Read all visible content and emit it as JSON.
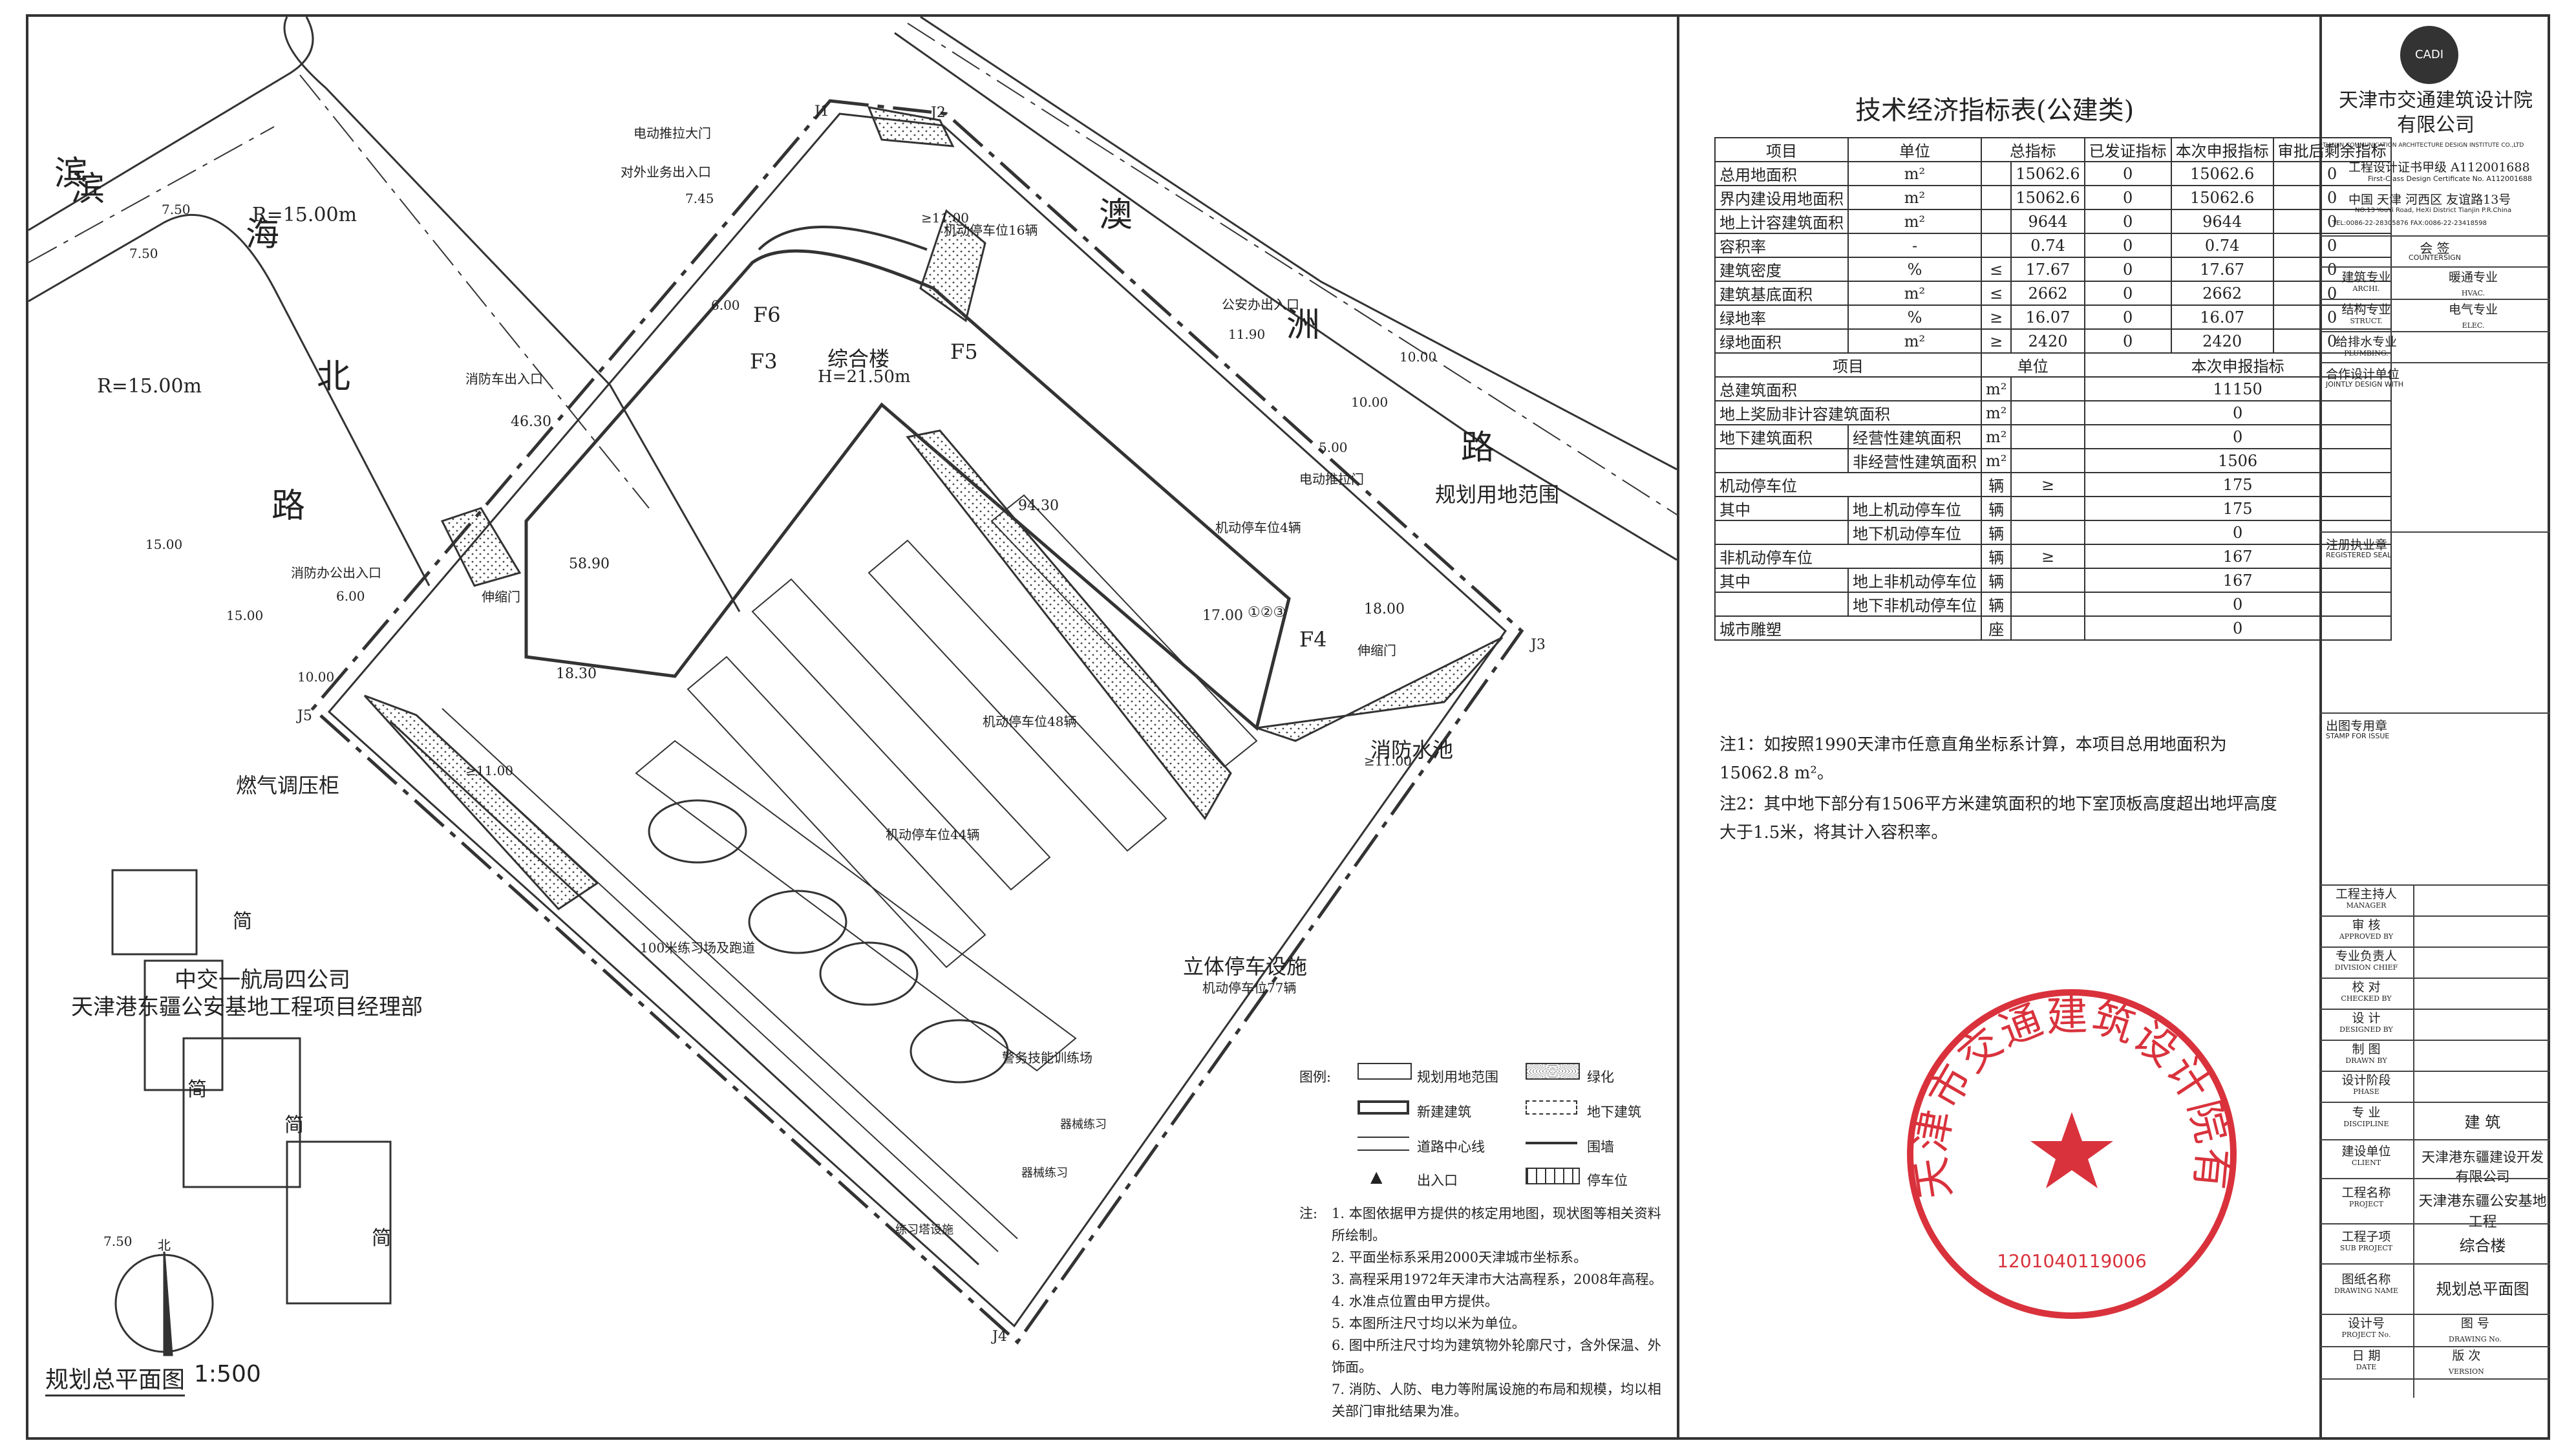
{
  "plan": {
    "road_top_left": [
      "滨",
      "海",
      "北",
      "路"
    ],
    "road_left": [
      "澳",
      "洲",
      "路"
    ],
    "radius_1": "R=15.00m",
    "radius_2": "R=15.00m",
    "dims": {
      "d1": "7.50",
      "d2": "7.50",
      "d3": "15.00",
      "d4": "15.00",
      "d5": "10.00",
      "d6": "10.00",
      "d7": "10.00",
      "d8": "11.90",
      "d9": "5.00",
      "d10": "46.30",
      "d11": "58.90",
      "d12": "94.30",
      "d13": "18.30",
      "d14": "17.00",
      "d15": "18.00",
      "d16": "7.45",
      "d17": "≥11.00",
      "d18": "≥11.00",
      "d19": "≥11.00",
      "d20": "6.00",
      "d21": "6.00"
    },
    "labels": {
      "gate_electric": "电动推拉大门",
      "gate_electric_2": "电动推拉门",
      "office_entry": "对外业务出入口",
      "fire_entry_1": "消防车出入口",
      "fire_office_entry": "消防办公出入口",
      "police_entry": "公安办出入口",
      "building_name": "综合楼",
      "building_height": "H=21.50m",
      "f3": "F3",
      "f4": "F4",
      "f5": "F5",
      "f6": "F6",
      "j1": "J1",
      "j2": "J2",
      "j3": "J3",
      "j4": "J4",
      "j5": "J5",
      "parking_16": "机动停车位16辆",
      "parking_4": "机动停车位4辆",
      "parking_48": "机动停车位48辆",
      "parking_44": "机动停车位44辆",
      "parking_3d": "立体停车设施",
      "parking_3d_sub": "机动停车位77辆",
      "boundary": "规划用地范围",
      "fire_pool": "消防水池",
      "gas": "燃气调压柜",
      "track": "100米练习场及跑道",
      "police_train": "警务技能训练场",
      "equipment_1": "器械练习",
      "equipment_2": "器械练习",
      "tower": "练习塔设施",
      "stretch_1": "伸缩门",
      "stretch_2": "伸缩门",
      "neighbor_1": "中交一航局四公司",
      "neighbor_2": "天津港东疆公安基地工程项目经理部",
      "simple_1": "简",
      "simple_2": "简",
      "simple_3": "简",
      "simple_4": "简",
      "north": "北",
      "circle_1": "①",
      "circle_2": "②",
      "circle_3": "③",
      "scale_title": "规划总平面图",
      "scale": "1:500"
    }
  },
  "legend": {
    "title": "图例:",
    "items": [
      "规划用地范围",
      "绿化",
      "新建建筑",
      "地下建筑",
      "道路中心线",
      "围墙",
      "出入口",
      "停车位"
    ]
  },
  "plan_notes": {
    "title": "注:",
    "items": [
      "1. 本图依据甲方提供的核定用地图，现状图等相关资料所绘制。",
      "2. 平面坐标系采用2000天津城市坐标系。",
      "3. 高程采用1972年天津市大沽高程系，2008年高程。",
      "4. 水准点位置由甲方提供。",
      "5. 本图所注尺寸均以米为单位。",
      "6. 图中所注尺寸均为建筑物外轮廓尺寸，含外保温、外饰面。",
      "7. 消防、人防、电力等附属设施的布局和规模，均以相关部门审批结果为准。"
    ]
  },
  "tech_table": {
    "title": "技术经济指标表(公建类)",
    "headers": [
      "项目",
      "单位",
      "总指标",
      "已发证指标",
      "本次申报指标",
      "审批后剩余指标"
    ],
    "rows": [
      [
        "总用地面积",
        "m²",
        "",
        "15062.6",
        "0",
        "15062.6",
        "0"
      ],
      [
        "界内建设用地面积",
        "m²",
        "",
        "15062.6",
        "0",
        "15062.6",
        "0"
      ],
      [
        "地上计容建筑面积",
        "m²",
        "",
        "9644",
        "0",
        "9644",
        "0"
      ],
      [
        "容积率",
        "-",
        "",
        "0.74",
        "0",
        "0.74",
        "0"
      ],
      [
        "建筑密度",
        "%",
        "≤",
        "17.67",
        "0",
        "17.67",
        "0"
      ],
      [
        "建筑基底面积",
        "m²",
        "≤",
        "2662",
        "0",
        "2662",
        "0"
      ],
      [
        "绿地率",
        "%",
        "≥",
        "16.07",
        "0",
        "16.07",
        "0"
      ],
      [
        "绿地面积",
        "m²",
        "≥",
        "2420",
        "0",
        "2420",
        "0"
      ]
    ],
    "headers2": [
      "项目",
      "单位",
      "本次申报指标"
    ],
    "rows2": [
      {
        "a": "总建筑面积",
        "b": "",
        "u": "m²",
        "s": "",
        "v": "11150"
      },
      {
        "a": "地上奖励非计容建筑面积",
        "b": "",
        "u": "m²",
        "s": "",
        "v": "0"
      },
      {
        "a": "地下建筑面积",
        "b": "经营性建筑面积",
        "u": "m²",
        "s": "",
        "v": "0"
      },
      {
        "a": "",
        "b": "非经营性建筑面积",
        "u": "m²",
        "s": "",
        "v": "1506"
      },
      {
        "a": "机动停车位",
        "b": "",
        "u": "辆",
        "s": "≥",
        "v": "175"
      },
      {
        "a": "其中",
        "b": "地上机动停车位",
        "u": "辆",
        "s": "",
        "v": "175"
      },
      {
        "a": "",
        "b": "地下机动停车位",
        "u": "辆",
        "s": "",
        "v": "0"
      },
      {
        "a": "非机动停车位",
        "b": "",
        "u": "辆",
        "s": "≥",
        "v": "167"
      },
      {
        "a": "其中",
        "b": "地上非机动停车位",
        "u": "辆",
        "s": "",
        "v": "167"
      },
      {
        "a": "",
        "b": "地下非机动停车位",
        "u": "辆",
        "s": "",
        "v": "0"
      },
      {
        "a": "城市雕塑",
        "b": "",
        "u": "座",
        "s": "",
        "v": "0"
      }
    ],
    "note1": "注1：如按照1990天津市任意直角坐标系计算，本项目总用地面积为15062.8 m²。",
    "note2": "注2：其中地下部分有1506平方米建筑面积的地下室顶板高度超出地坪高度大于1.5米，将其计入容积率。"
  },
  "title_block": {
    "logo": "CADI",
    "company": "天津市交通建筑设计院有限公司",
    "company_en": "TIANJIN COMMUNICATION ARCHITECTURE DESIGN INSTITUTE CO.,LTD",
    "cert": "工程设计证书甲级 A112001688",
    "cert_en": "First-Class Design Certificate No. A112001688",
    "address": "中国 天津 河西区 友谊路13号",
    "address_en": "NO.13 YouYi Road, HeXi District Tianjin P.R.China",
    "tel": "TEL:0086-22-28305876    FAX:0086-22-23418598",
    "countersign": "会 签",
    "countersign_en": "COUNTERSIGN",
    "arch": "建筑专业",
    "arch_en": "ARCHI.",
    "hvac": "暖通专业",
    "hvac_en": "HVAC.",
    "struct": "结构专业",
    "struct_en": "STRUCT.",
    "elec": "电气专业",
    "elec_en": "ELEC.",
    "plumb": "给排水专业",
    "plumb_en": "PLUMBING.",
    "joint": "合作设计单位",
    "joint_en": "JOINTLY DESIGN WITH",
    "reg": "注册执业章",
    "reg_en": "REGISTERED SEAL",
    "stamp": "出图专用章",
    "stamp_en": "STAMP FOR ISSUE",
    "manager": "工程主持人",
    "manager_en": "MANAGER",
    "approved": "审 核",
    "approved_en": "APPROVED BY",
    "chief": "专业负责人",
    "chief_en": "DIVISION CHIEF",
    "checked": "校 对",
    "checked_en": "CHECKED BY",
    "design": "设 计",
    "design_en": "DESIGNED BY",
    "drawn": "制 图",
    "drawn_en": "DRAWN BY",
    "phase": "设计阶段",
    "phase_en": "PHASE",
    "discipline": "专 业",
    "discipline_en": "DISCIPLINE",
    "discipline_val": "建 筑",
    "client": "建设单位",
    "client_en": "CLIENT",
    "client_val": "天津港东疆建设开发有限公司",
    "project": "工程名称",
    "project_en": "PROJECT",
    "project_val": "天津港东疆公安基地工程",
    "subproject": "工程子项",
    "subproject_en": "SUB PROJECT",
    "subproject_val": "综合楼",
    "drawing": "图纸名称",
    "drawing_en": "DRAWING NAME",
    "drawing_val": "规划总平面图",
    "code": "设计号",
    "code_en": "PROJECT No.",
    "figno": "图 号",
    "figno_en": "DRAWING No.",
    "date": "日 期",
    "date_en": "DATE",
    "version": "版 次",
    "version_en": "VERSION"
  },
  "seal": {
    "text": "天津市交通建筑设计院有限公司",
    "number": "1201040119006"
  },
  "colors": {
    "line": "#333333",
    "seal": "#d9323c"
  }
}
